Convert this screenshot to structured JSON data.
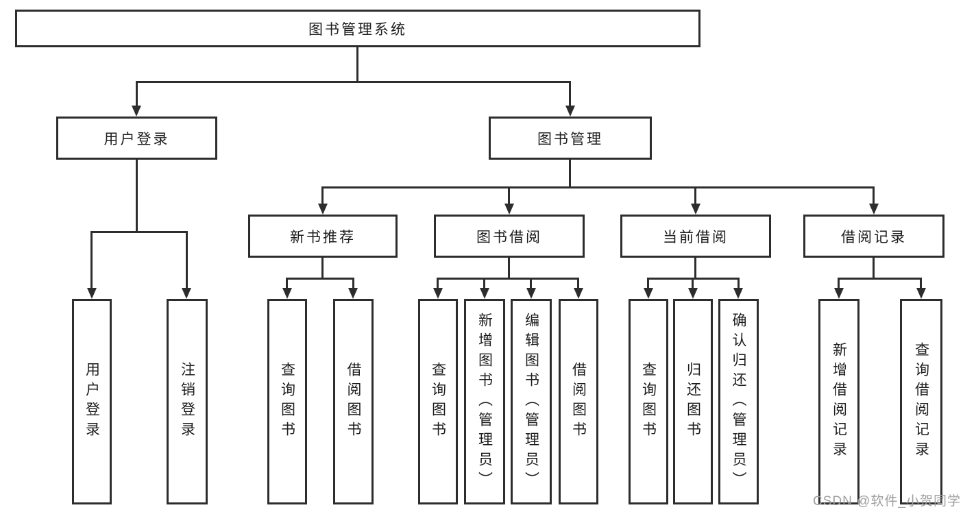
{
  "colors": {
    "background": "#ffffff",
    "border": "#2d2d2d",
    "text": "#1d1d1f",
    "watermark": "#9f9f9f"
  },
  "watermark": {
    "text": "CSDN @软件_小贺同学"
  },
  "tree": {
    "root": {
      "label": "图书管理系统"
    },
    "level1": [
      {
        "label": "用户登录"
      },
      {
        "label": "图书管理"
      }
    ],
    "level2": [
      {
        "label": "新书推荐"
      },
      {
        "label": "图书借阅"
      },
      {
        "label": "当前借阅"
      },
      {
        "label": "借阅记录"
      }
    ],
    "leaves": {
      "user_login": [
        "用户登录",
        "注销登录"
      ],
      "new_books": [
        "查询图书",
        "借阅图书"
      ],
      "book_borrow": [
        "查询图书",
        "新增图书（管理员）",
        "编辑图书（管理员）",
        "借阅图书"
      ],
      "current_borrow": [
        "查询图书",
        "归还图书",
        "确认归还（管理员）"
      ],
      "borrow_records": [
        "新增借阅记录",
        "查询借阅记录"
      ]
    }
  }
}
